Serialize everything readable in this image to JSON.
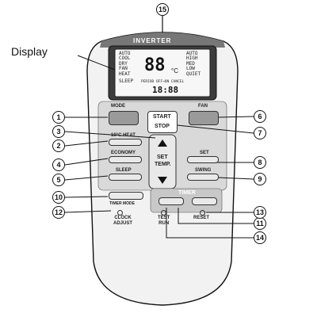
{
  "display_label": "Display",
  "brand_label": "INVERTER",
  "lcd": {
    "mode_list": [
      "AUTO",
      "COOL",
      "DRY",
      "FAN",
      "HEAT"
    ],
    "fan_list": [
      "AUTO",
      "HIGH",
      "MED",
      "LOW",
      "QUIET"
    ],
    "temp": "88",
    "unit": "°C",
    "sleep": "SLEEP",
    "timer_row": "PERIOD OFF→ON CANCEL",
    "clock": "18:88"
  },
  "buttons": {
    "mode": "MODE",
    "fan": "FAN",
    "start": "START",
    "stop": "STOP",
    "heat10": "10°C HEAT",
    "economy": "ECONOMY",
    "sleep": "SLEEP",
    "set_temp_1": "SET",
    "set_temp_2": "TEMP.",
    "set": "SET",
    "swing": "SWING",
    "timer": "TIMER",
    "timer_mode": "TIMER MODE",
    "clock_adjust_1": "CLOCK",
    "clock_adjust_2": "ADJUST",
    "test_run_1": "TEST",
    "test_run_2": "RUN",
    "reset": "RESET"
  },
  "callouts": [
    "1",
    "2",
    "3",
    "4",
    "5",
    "6",
    "7",
    "8",
    "9",
    "10",
    "11",
    "12",
    "13",
    "14",
    "15"
  ]
}
